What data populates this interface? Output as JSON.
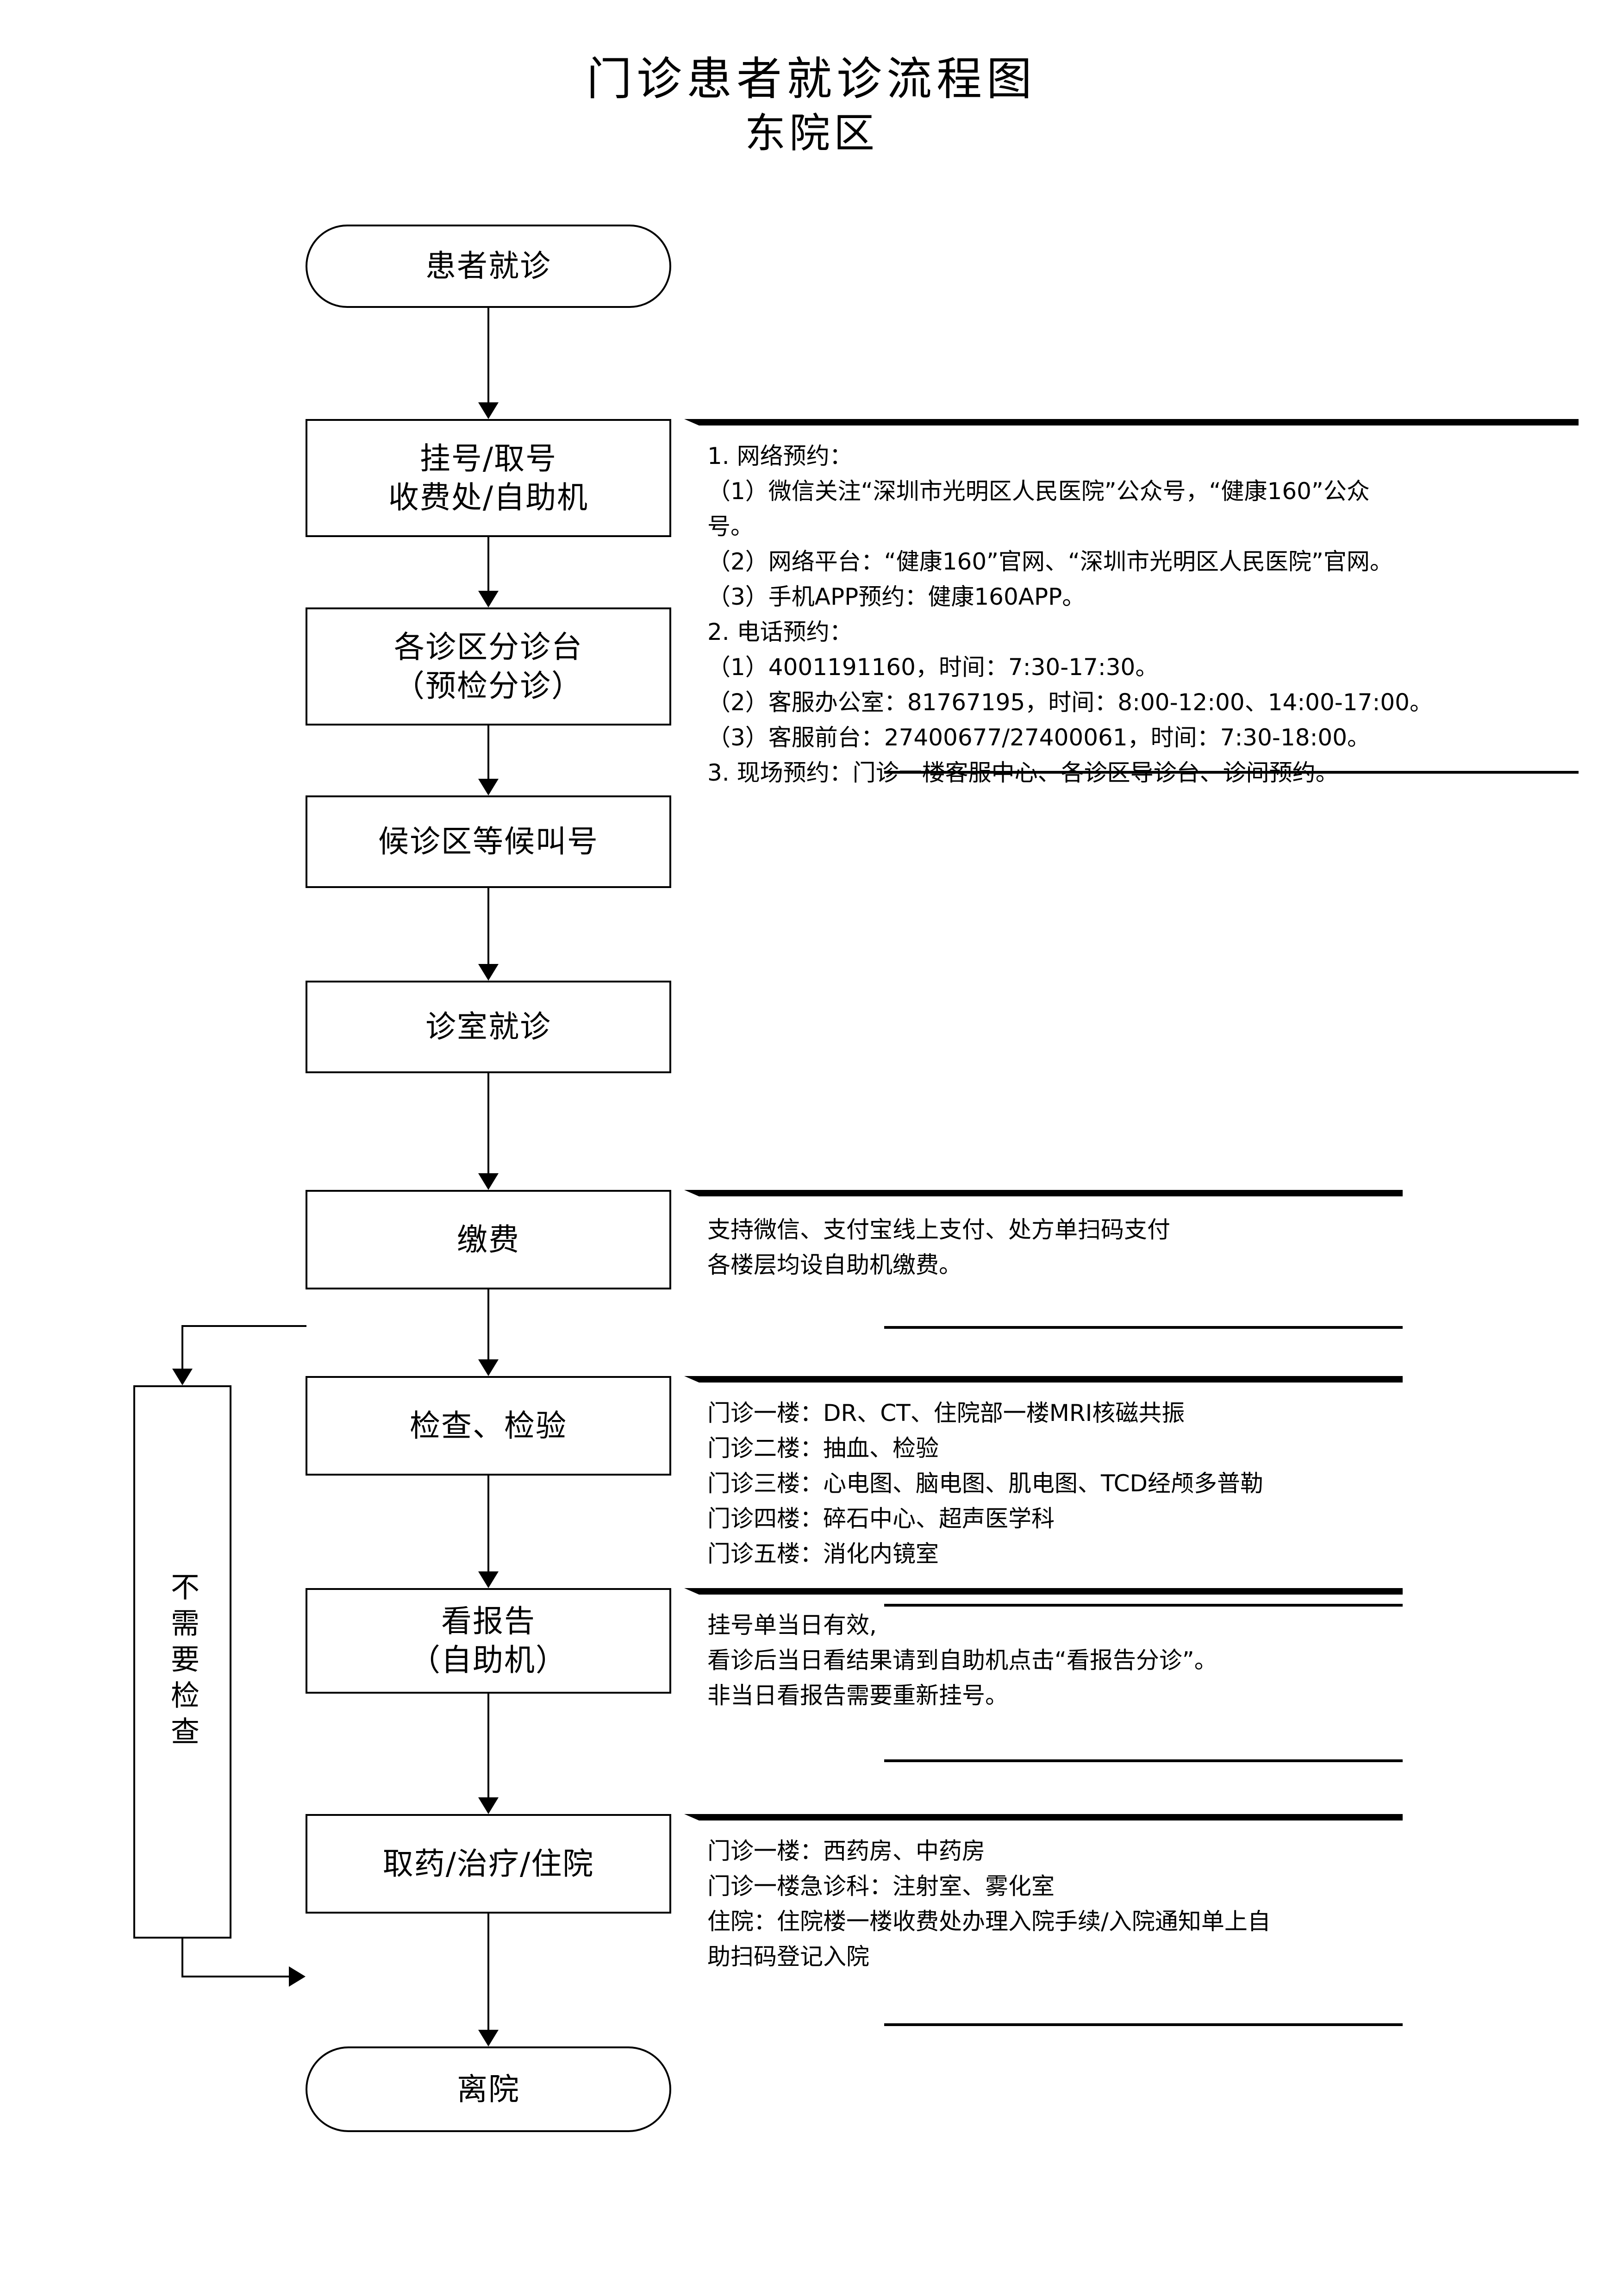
{
  "title": {
    "line1": "门诊患者就诊流程图",
    "line2": "东院区"
  },
  "nodes": {
    "start": "患者就诊",
    "register": "挂号/取号\n收费处/自助机",
    "triage": "各诊区分诊台\n（预检分诊）",
    "wait": "候诊区等候叫号",
    "consult": "诊室就诊",
    "payment": "缴费",
    "exam": "检查、检验",
    "report": "看报告\n（自助机）",
    "dispense": "取药/治疗/住院",
    "end": "离院",
    "no_exam": "不需要检查"
  },
  "annotations": {
    "register": {
      "lines": [
        "1. 网络预约：",
        "（1）微信关注“深圳市光明区人民医院”公众号，“健康160”公众",
        "号。",
        "（2）网络平台：“健康160”官网、“深圳市光明区人民医院”官网。",
        "（3）手机APP预约：健康160APP。",
        "2. 电话预约：",
        "（1）4001191160，时间：7:30-17:30。",
        "（2）客服办公室：81767195，时间：8:00-12:00、14:00-17:00。",
        "（3）客服前台：27400677/27400061，时间：7:30-18:00。",
        "3. 现场预约：门诊一楼客服中心、各诊区导诊台、诊间预约。"
      ]
    },
    "payment": {
      "lines": [
        "支持微信、支付宝线上支付、处方单扫码支付",
        "各楼层均设自助机缴费。"
      ]
    },
    "exam": {
      "lines": [
        "门诊一楼：DR、CT、住院部一楼MRI核磁共振",
        "门诊二楼：抽血、检验",
        "门诊三楼：心电图、脑电图、肌电图、TCD经颅多普勒",
        "门诊四楼：碎石中心、超声医学科",
        "门诊五楼：消化内镜室"
      ]
    },
    "report": {
      "lines": [
        "挂号单当日有效,",
        "看诊后当日看结果请到自助机点击“看报告分诊”。",
        "非当日看报告需要重新挂号。"
      ]
    },
    "dispense": {
      "lines": [
        "门诊一楼：西药房、中药房",
        "门诊一楼急诊科：注射室、雾化室",
        "住院：住院楼一楼收费处办理入院手续/入院通知单上自",
        "助扫码登记入院"
      ]
    }
  },
  "colors": {
    "ink": "#000000",
    "paper": "#ffffff"
  }
}
